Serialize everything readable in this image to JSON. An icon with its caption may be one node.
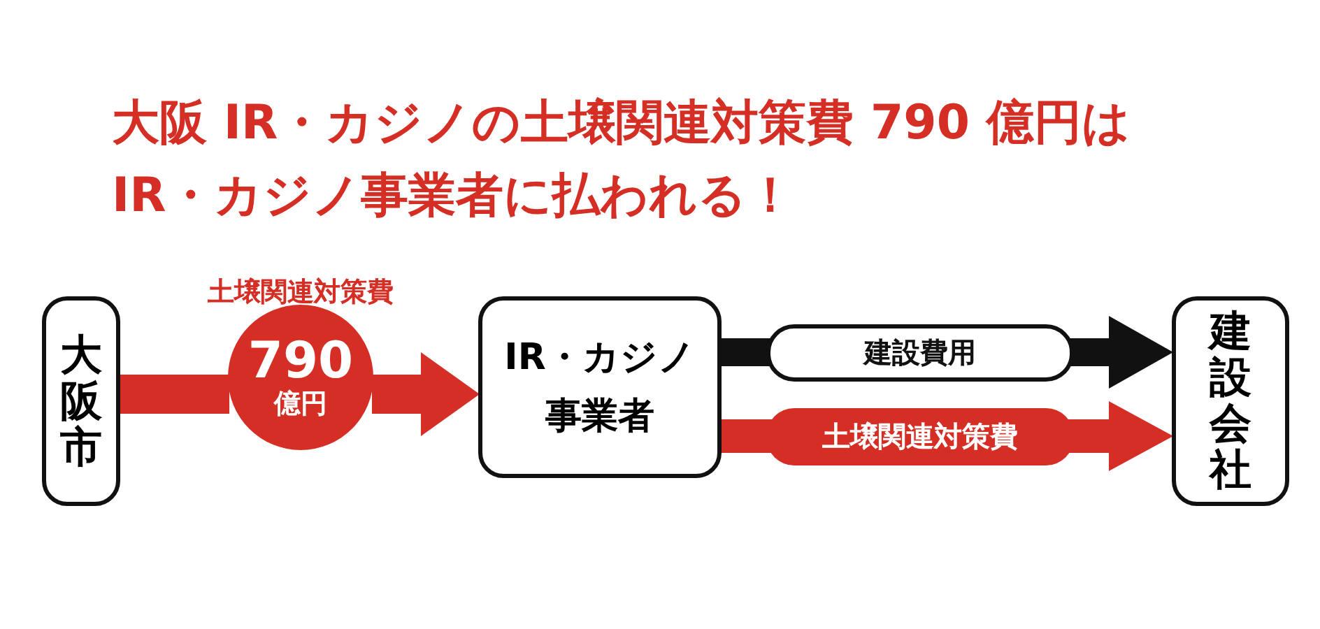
{
  "diagram": {
    "title": "大阪 IR・カジノの土壌関連対策費 790 億円はIR・カジノ事業者に払われる！",
    "nodes": [
      {
        "text": [
          "大阪市"
        ]
      },
      {
        "text": [
          "790",
          "億円"
        ],
        "beside": [
          "土壌関連対策費"
        ]
      },
      {
        "text": [
          "IR・カジノ事業者"
        ]
      },
      {
        "text": [
          "建設会社"
        ]
      }
    ],
    "edges": [
      {
        "from": 0,
        "to": 1,
        "arrow": "none"
      },
      {
        "from": 1,
        "to": 2,
        "arrow": "to"
      },
      {
        "from": 2,
        "to": 3,
        "arrow": "to",
        "color": "#111111",
        "label": "建設費用"
      },
      {
        "from": 2,
        "to": 3,
        "arrow": "to",
        "label": "土壌関連対策費"
      }
    ]
  }
}
